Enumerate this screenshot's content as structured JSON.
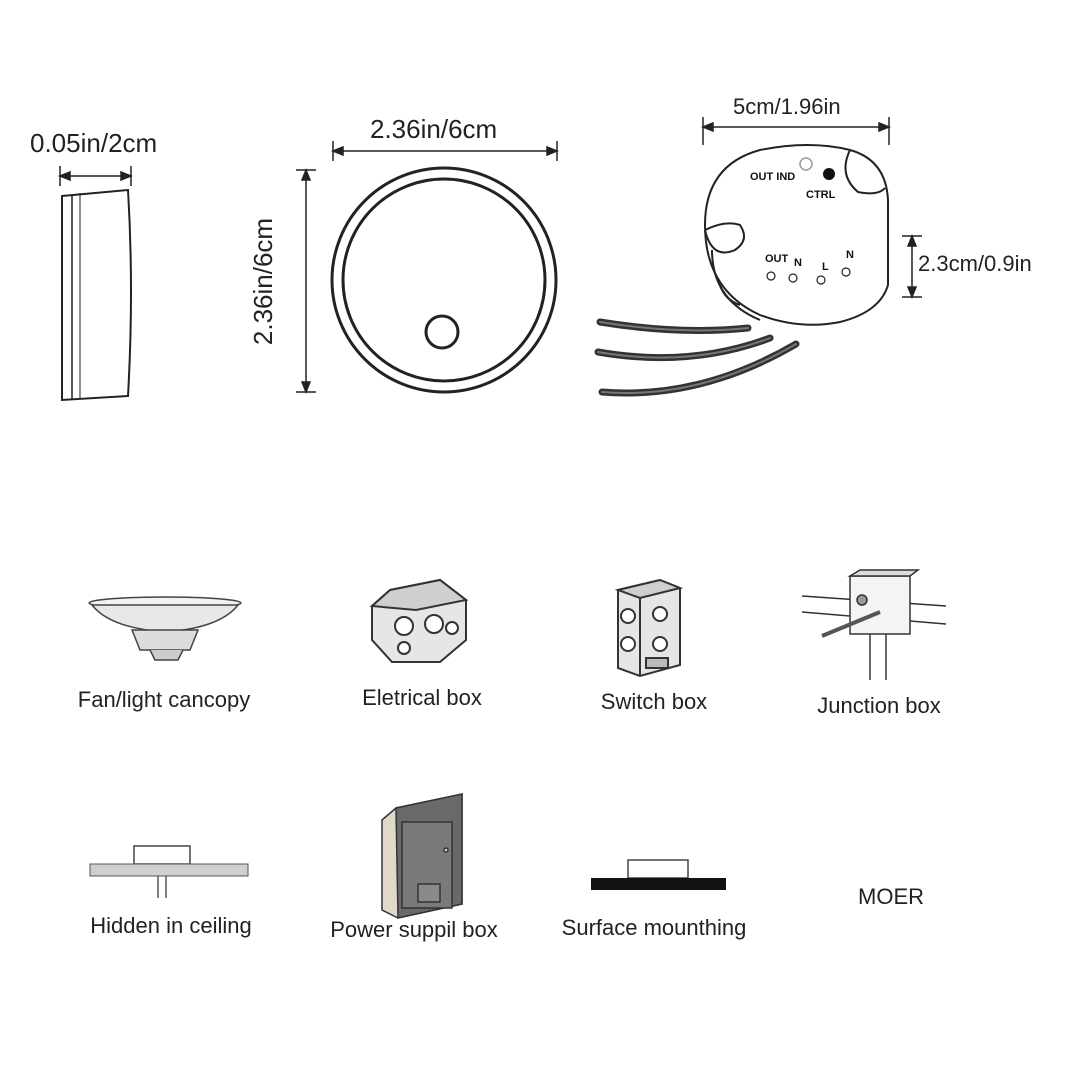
{
  "dimensions": {
    "side_thickness": "0.05in/2cm",
    "front_width": "2.36in/6cm",
    "front_height": "2.36in/6cm",
    "module_width": "5cm/1.96in",
    "module_height": "2.3cm/0.9in"
  },
  "module_labels": {
    "out_ind": "OUT IND",
    "ctrl": "CTRL",
    "out": "OUT",
    "n1": "N",
    "l": "L",
    "n2": "N"
  },
  "installations": [
    {
      "label": "Fan/light cancopy",
      "icon": "fan-light-canopy-icon"
    },
    {
      "label": "Eletrical box",
      "icon": "electrical-box-icon"
    },
    {
      "label": "Switch box",
      "icon": "switch-box-icon"
    },
    {
      "label": "Junction box",
      "icon": "junction-box-icon"
    },
    {
      "label": "Hidden in ceiling",
      "icon": "hidden-in-ceiling-icon"
    },
    {
      "label": "Power suppil box",
      "icon": "power-supply-box-icon"
    },
    {
      "label": "Surface mounthing",
      "icon": "surface-mounting-icon"
    }
  ],
  "more_label": "MOER"
}
